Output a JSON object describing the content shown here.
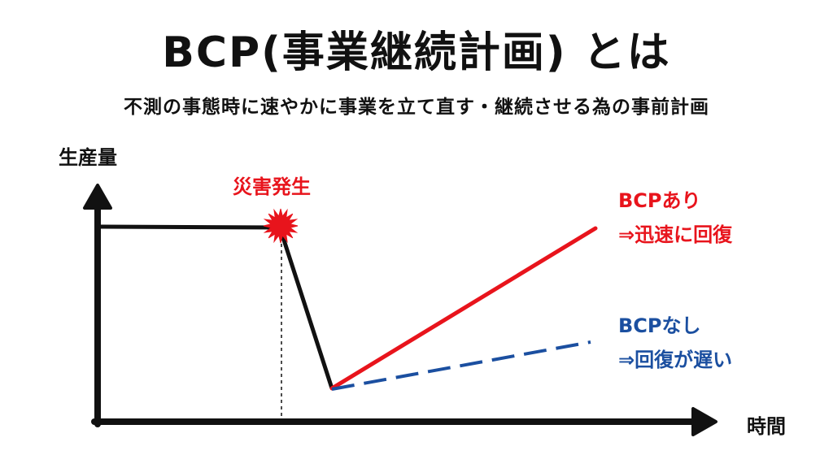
{
  "title": "BCP(事業継続計画) とは",
  "subtitle": "不測の事態時に速やかに事業を立て直す・継続させる為の事前計画",
  "axes": {
    "y_label": "生産量",
    "x_label": "時間"
  },
  "event": {
    "label": "災害発生"
  },
  "with_bcp": {
    "line1": "BCPあり",
    "line2": "⇒迅速に回復",
    "color": "#e8141c"
  },
  "without_bcp": {
    "line1": "BCPなし",
    "line2": "⇒回復が遅い",
    "color": "#1b4fa0"
  },
  "colors": {
    "axis": "#111111",
    "burst": "#e8141c"
  }
}
